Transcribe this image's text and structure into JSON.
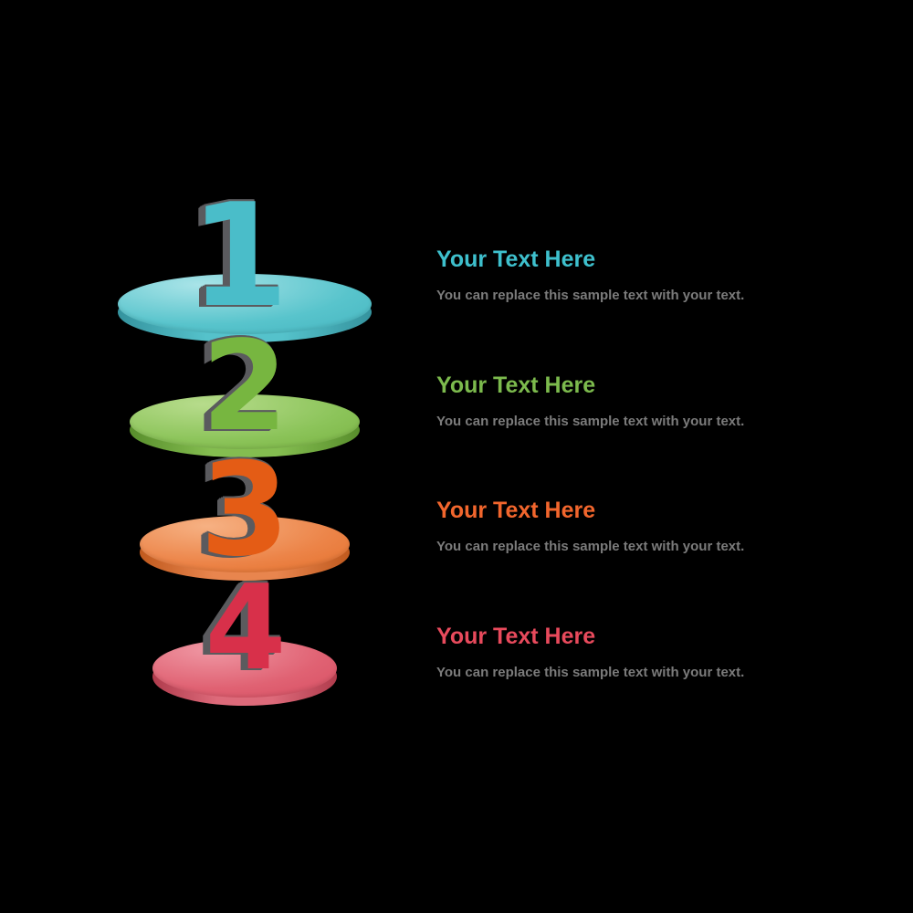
{
  "colors": {
    "background": "#000000",
    "digit_shadow": "#5B5B5E",
    "body_text": "#7B7B7B"
  },
  "items": [
    {
      "number": "1",
      "heading": "Your Text Here",
      "body": "You can replace this sample text with your text.",
      "accent": "#3EC0CD",
      "disc_light": "#A9E4E8",
      "disc": "#58C4CC",
      "disc_dark": "#41B2BD",
      "rim": "#55C2CB",
      "rim_dark": "#35939E",
      "digit": "#4ABDC9"
    },
    {
      "number": "2",
      "heading": "Your Text Here",
      "body": "You can replace this sample text with your text.",
      "accent": "#7CBA4D",
      "disc_light": "#B7DC8C",
      "disc": "#8CC45A",
      "disc_dark": "#74AF3C",
      "rim": "#84BD50",
      "rim_dark": "#588E2C",
      "digit": "#77B640"
    },
    {
      "number": "3",
      "heading": "Your Text Here",
      "body": "You can replace this sample text with your text.",
      "accent": "#F2662D",
      "disc_light": "#F6B183",
      "disc": "#EC8448",
      "disc_dark": "#E26C26",
      "rim": "#E8854E",
      "rim_dark": "#C05A1E",
      "digit": "#E45C15"
    },
    {
      "number": "4",
      "heading": "Your Text Here",
      "body": "You can replace this sample text with your text.",
      "accent": "#E84A5C",
      "disc_light": "#EF97A3",
      "disc": "#E06273",
      "disc_dark": "#D64B5F",
      "rim": "#DD6A7A",
      "rim_dark": "#B03C4D",
      "digit": "#D8304A"
    }
  ]
}
